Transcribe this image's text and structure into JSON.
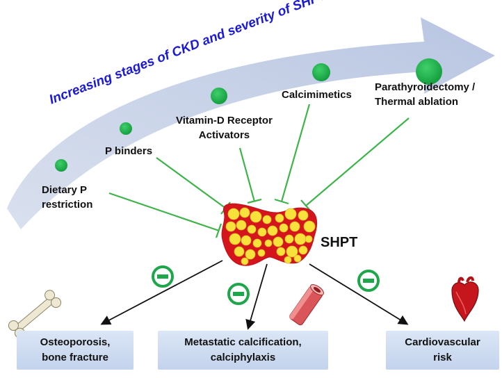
{
  "diagram": {
    "stage_arrow_text": "Increasing stages of CKD and severity of SHPT",
    "treatments": [
      {
        "id": "dietary",
        "label": "Dietary P\nrestriction"
      },
      {
        "id": "binders",
        "label": "P binders"
      },
      {
        "id": "vdra",
        "label": "Vitamin-D Receptor\nActivators"
      },
      {
        "id": "calcimimetics",
        "label": "Calcimimetics"
      },
      {
        "id": "ptx",
        "label": "Parathyroidectomy /\nThermal ablation"
      }
    ],
    "center": {
      "label": "SHPT"
    },
    "outcomes": [
      {
        "id": "osteoporosis",
        "label": "Osteoporosis,\nbone fracture",
        "icon": "bone-icon"
      },
      {
        "id": "metastatic",
        "label": "Metastatic calcification,\ncalciphylaxis",
        "icon": "artery-icon"
      },
      {
        "id": "cardio",
        "label": "Cardiovascular\nrisk",
        "icon": "heart-icon"
      }
    ],
    "colors": {
      "arrow_band": "#c5d0e6",
      "dot_green": "#1ea64b",
      "inhibit_line": "#3db34a",
      "stage_text": "#1a1ad6",
      "gland_red": "#d4151b",
      "gland_yellow": "#f6e23a",
      "box_fill": "#cfdcf1"
    }
  }
}
